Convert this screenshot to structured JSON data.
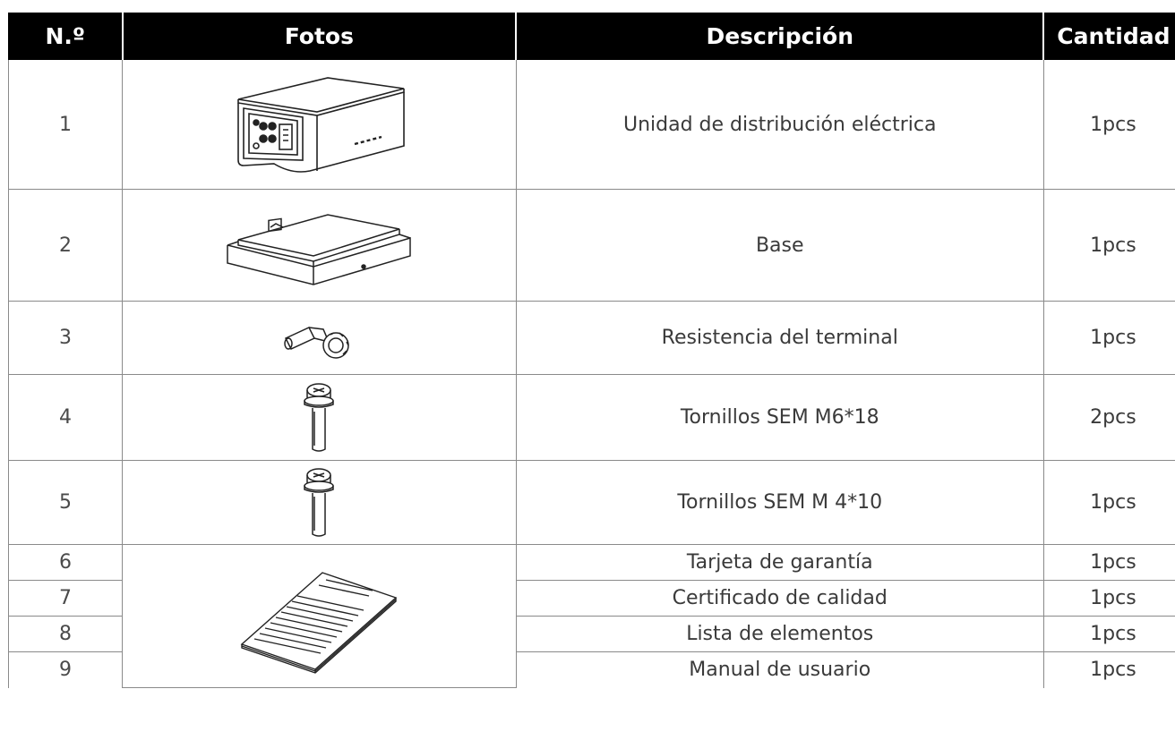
{
  "header": {
    "col_no": "N.º",
    "col_photo": "Fotos",
    "col_desc": "Descripción",
    "col_qty": "Cantidad"
  },
  "rows": [
    {
      "no": "1",
      "desc": "Unidad de distribución eléctrica",
      "qty": "1pcs",
      "photo_icon": "power-distribution-unit-icon"
    },
    {
      "no": "2",
      "desc": "Base",
      "qty": "1pcs",
      "photo_icon": "base-plate-icon"
    },
    {
      "no": "3",
      "desc": "Resistencia del terminal",
      "qty": "1pcs",
      "photo_icon": "terminal-resistor-connector-icon"
    },
    {
      "no": "4",
      "desc": "Tornillos SEM M6*18",
      "qty": "2pcs",
      "photo_icon": "sem-screw-icon"
    },
    {
      "no": "5",
      "desc": "Tornillos SEM M 4*10",
      "qty": "1pcs",
      "photo_icon": "sem-screw-icon"
    },
    {
      "no": "6",
      "desc": "Tarjeta de garantía",
      "qty": "1pcs",
      "photo_icon": "document-stack-icon"
    },
    {
      "no": "7",
      "desc": "Certificado de calidad",
      "qty": "1pcs"
    },
    {
      "no": "8",
      "desc": "Lista de elementos",
      "qty": "1pcs"
    },
    {
      "no": "9",
      "desc": "Manual de usuario",
      "qty": "1pcs"
    }
  ]
}
